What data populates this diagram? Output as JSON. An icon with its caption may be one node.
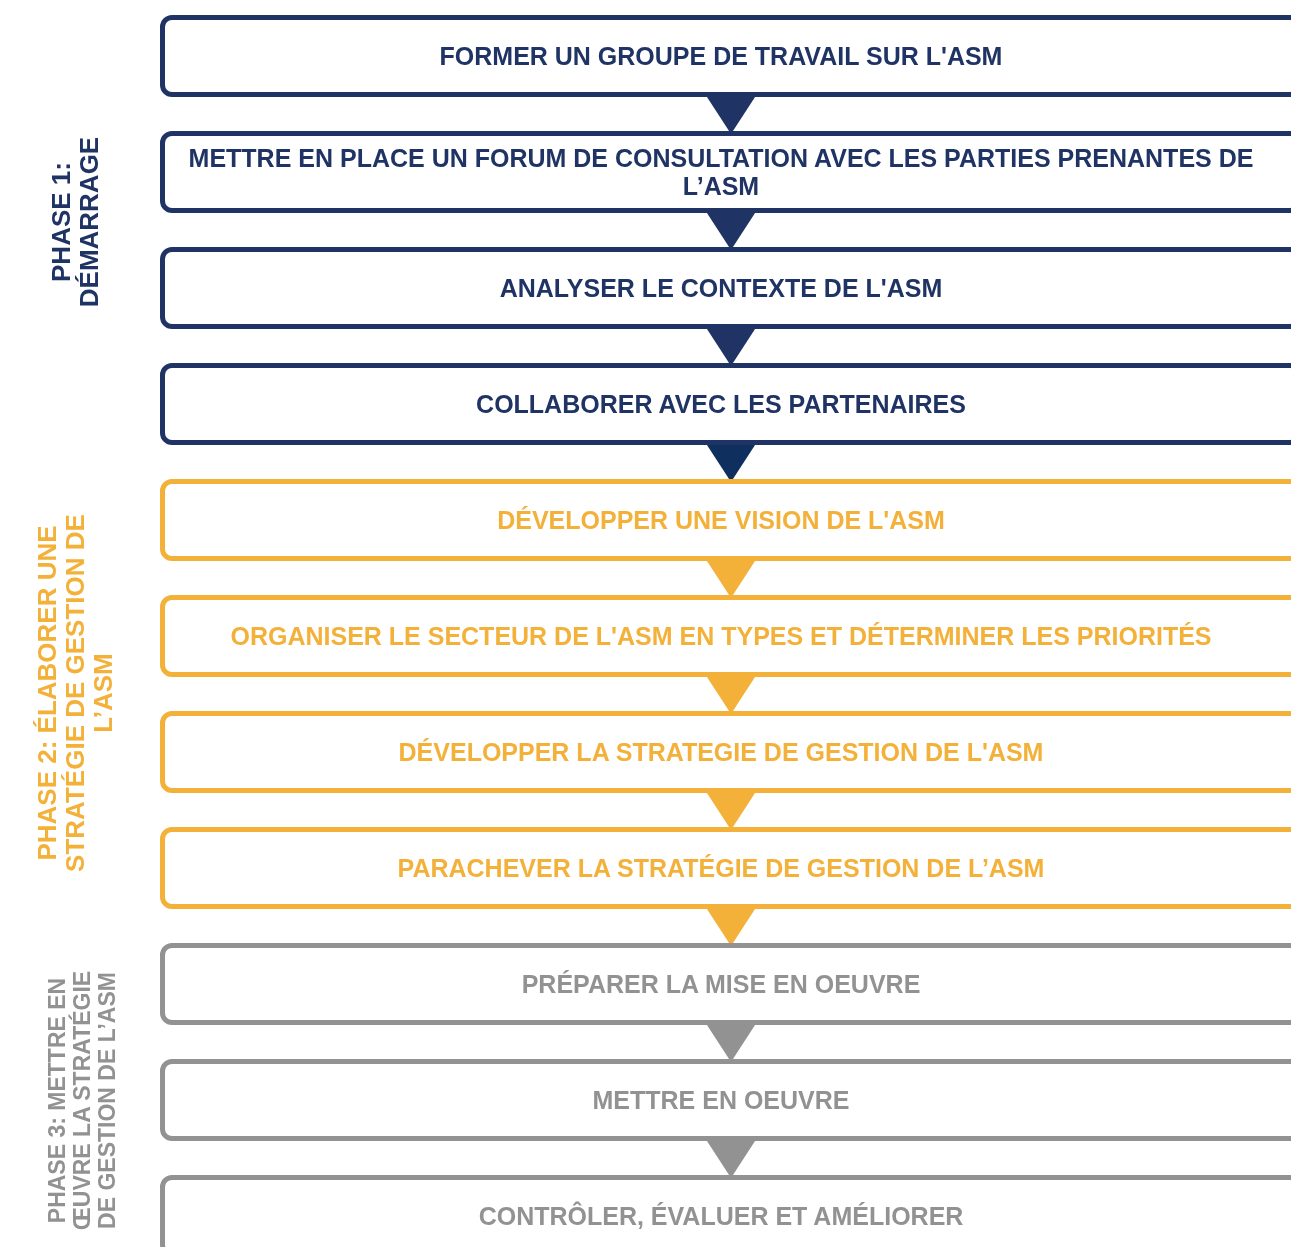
{
  "diagram": {
    "nodes": [
      {
        "text": [
          "FORMER UN GROUPE DE TRAVAIL SUR L'ASM"
        ]
      },
      {
        "text": [
          "METTRE EN PLACE UN FORUM DE CONSULTATION AVEC LES PARTIES PRENANTES DE L’ASM"
        ]
      },
      {
        "text": [
          "ANALYSER LE CONTEXTE DE L'ASM"
        ]
      },
      {
        "text": [
          "COLLABORER AVEC LES PARTENAIRES"
        ]
      },
      {
        "text": [
          "DÉVELOPPER UNE VISION DE L'ASM"
        ]
      },
      {
        "text": [
          "ORGANISER LE SECTEUR DE L'ASM EN TYPES ET DÉTERMINER LES PRIORITÉS"
        ]
      },
      {
        "text": [
          "DÉVELOPPER LA STRATEGIE DE GESTION DE L'ASM"
        ]
      },
      {
        "text": [
          "PARACHEVER LA STRATÉGIE DE GESTION DE L’ASM"
        ]
      },
      {
        "text": [
          "PRÉPARER LA MISE EN OEUVRE"
        ]
      },
      {
        "text": [
          "METTRE EN OEUVRE"
        ]
      },
      {
        "text": [
          "CONTRÔLER, ÉVALUER ET AMÉLIORER"
        ]
      }
    ],
    "edges": [
      {
        "from": 0,
        "to": 1,
        "arrow": "to",
        "color": "#1f3464"
      },
      {
        "from": 1,
        "to": 2,
        "arrow": "to",
        "color": "#1f3464"
      },
      {
        "from": 2,
        "to": 3,
        "arrow": "to",
        "color": "#1f3464"
      },
      {
        "from": 3,
        "to": 4,
        "arrow": "to",
        "color": "#0f2f5e"
      },
      {
        "from": 4,
        "to": 5,
        "arrow": "to",
        "color": "#f3b13a"
      },
      {
        "from": 5,
        "to": 6,
        "arrow": "to",
        "color": "#f3b13a"
      },
      {
        "from": 6,
        "to": 7,
        "arrow": "to",
        "color": "#f3b13a"
      },
      {
        "from": 7,
        "to": 8,
        "arrow": "to",
        "color": "#f3b13a"
      },
      {
        "from": 8,
        "to": 9,
        "arrow": "to",
        "color": "#929292"
      },
      {
        "from": 9,
        "to": 10,
        "arrow": "to",
        "color": "#929292"
      }
    ],
    "labels": [
      "PHASE 1: DÉMARRAGE",
      "PHASE 2: ÉLABORER UNE STRATÉGIE DE GESTION DE L’ASM",
      "PHASE 3: METTRE EN ŒUVRE LA STRATÉGIE DE GESTION DE L’ASM"
    ]
  }
}
